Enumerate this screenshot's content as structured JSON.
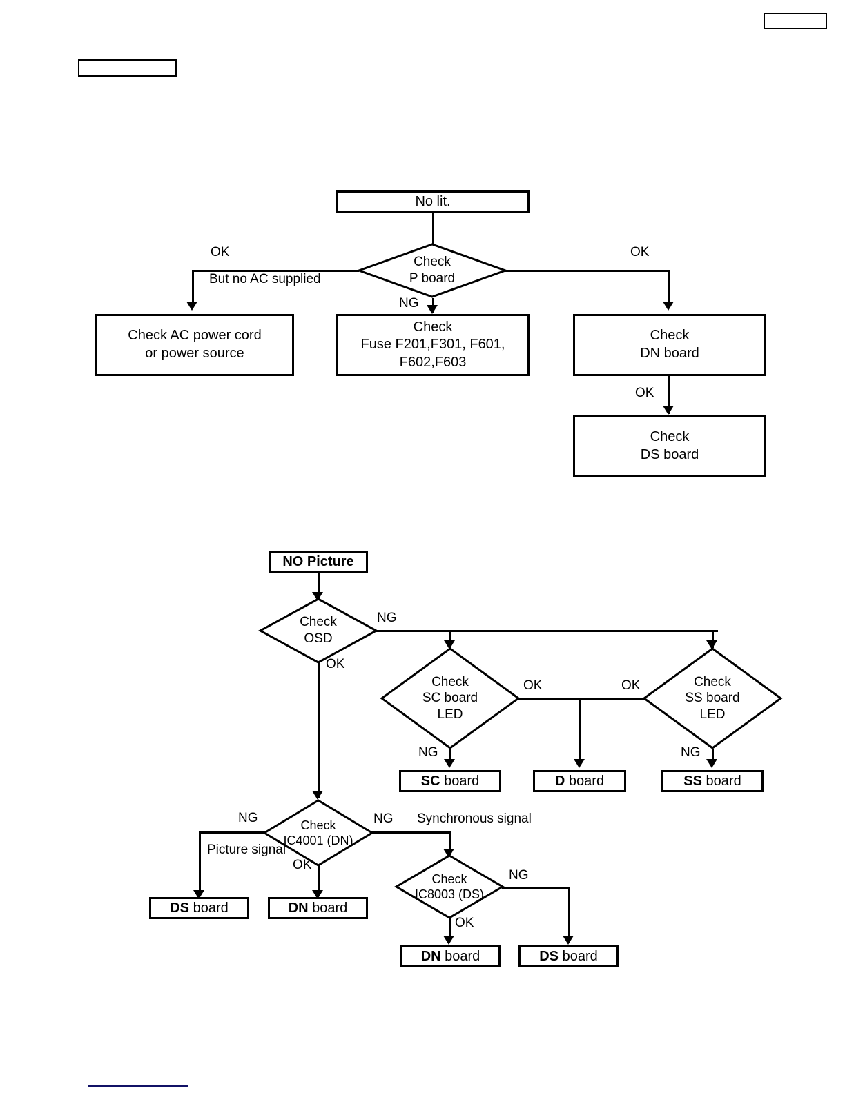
{
  "page": {
    "header_right_box": "",
    "header_left_box": "",
    "footer_rule_color": "#111166",
    "line_color": "#000000",
    "background": "#ffffff"
  },
  "flowchart_no_lit": {
    "title": "No lit.",
    "nodes": {
      "start": "No lit.",
      "check_p_board": "Check\nP board",
      "check_ac_power": "Check AC power cord\nor power source",
      "check_fuse": "Check\nFuse  F201,F301, F601,\nF602,F603",
      "check_dn_board": "Check\nDN board",
      "check_ds_board": "Check\nDS board"
    },
    "edges": {
      "left_ok": "OK",
      "left_note": "But no AC supplied",
      "down_ng": "NG",
      "right_ok": "OK",
      "dn_to_ds_ok": "OK"
    }
  },
  "flowchart_no_picture": {
    "nodes": {
      "start": "NO Picture",
      "check_osd": "Check\nOSD",
      "check_sc_led": "Check\nSC board\nLED",
      "check_ss_led": "Check\nSS board\nLED",
      "check_ic4001": "Check\nIC4001 (DN)",
      "check_ic8003": "Check\nIC8003 (DS)"
    },
    "results": {
      "sc_board": {
        "prefix": "SC",
        "suffix": " board"
      },
      "d_board": {
        "prefix": "D",
        "suffix": " board"
      },
      "ss_board": {
        "prefix": "SS",
        "suffix": " board"
      },
      "ds_board_left": {
        "prefix": "DS",
        "suffix": " board"
      },
      "dn_board_left": {
        "prefix": "DN",
        "suffix": " board"
      },
      "dn_board_bottom": {
        "prefix": "DN",
        "suffix": " board"
      },
      "ds_board_bottom": {
        "prefix": "DS",
        "suffix": " board"
      }
    },
    "edges": {
      "osd_ng": "NG",
      "osd_ok": "OK",
      "sc_ok": "OK",
      "ss_ok": "OK",
      "sc_ng": "NG",
      "ss_ng": "NG",
      "ic4001_ng_left": "NG",
      "ic4001_picture_signal": "Picture signal",
      "ic4001_ng_right": "NG",
      "ic4001_sync_signal": "Synchronous signal",
      "ic4001_ok": "OK",
      "ic8003_ng": "NG",
      "ic8003_ok": "OK"
    }
  }
}
